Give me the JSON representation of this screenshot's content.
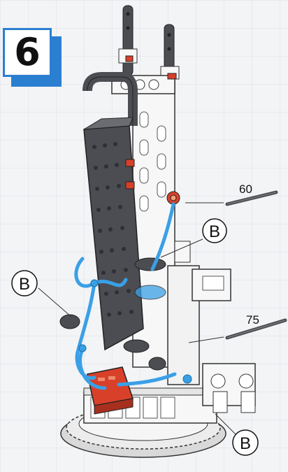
{
  "step": {
    "number": "6"
  },
  "axles": [
    {
      "length": "60"
    },
    {
      "length": "75"
    }
  ],
  "callouts": [
    {
      "letter": "B"
    },
    {
      "letter": "B"
    },
    {
      "letter": "B"
    }
  ],
  "colors": {
    "accent_blue": "#2a7fd0",
    "tube_blue": "#3aa0e6",
    "beam_dark": "#4b4d52",
    "part_red": "#d8402a",
    "part_white": "#f7f7f7"
  }
}
